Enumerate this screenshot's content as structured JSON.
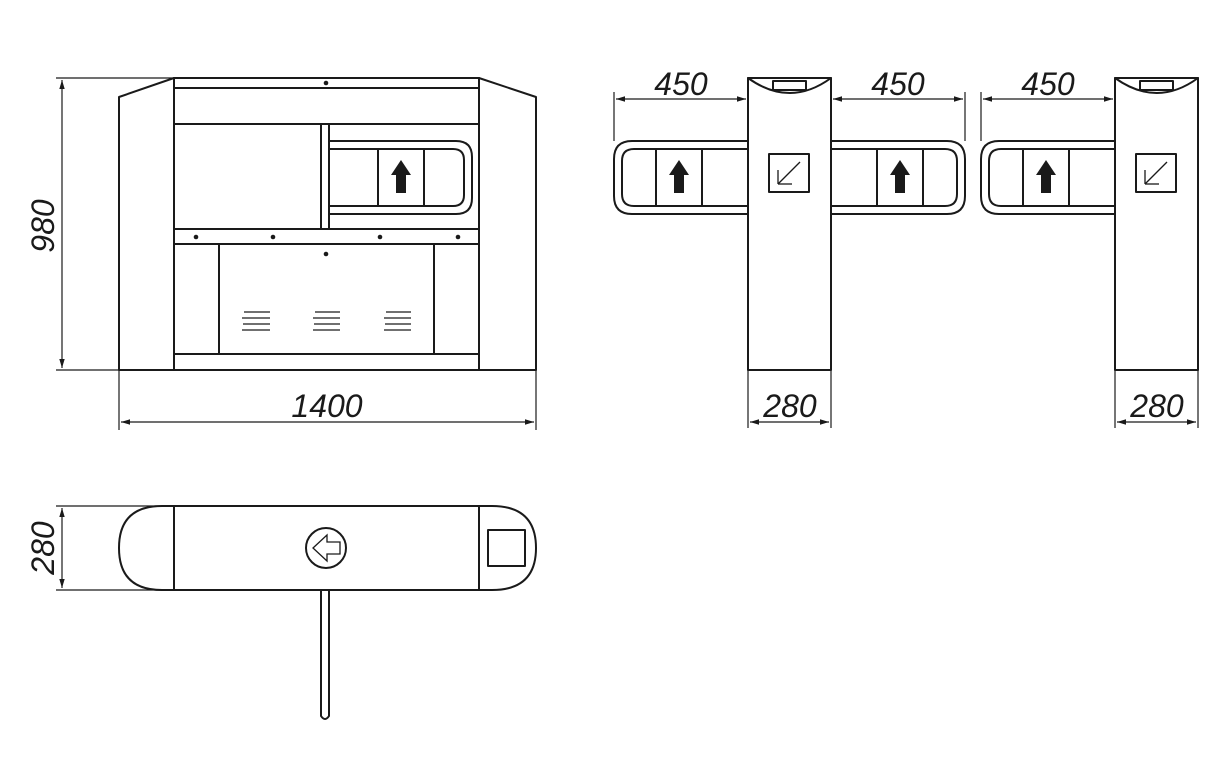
{
  "dimensions": {
    "front_height": "980",
    "front_width": "1400",
    "arm_left": "450",
    "arm_right": "450",
    "arm_single": "450",
    "post_width_1": "280",
    "post_width_2": "280",
    "top_depth": "280"
  },
  "colors": {
    "line": "#1a1a1a",
    "background": "#ffffff"
  },
  "icons": {
    "direction_arrow": "up-arrow-icon",
    "reader_symbol": "corner-arrow-icon",
    "top_indicator": "left-arrow-circle-icon"
  }
}
